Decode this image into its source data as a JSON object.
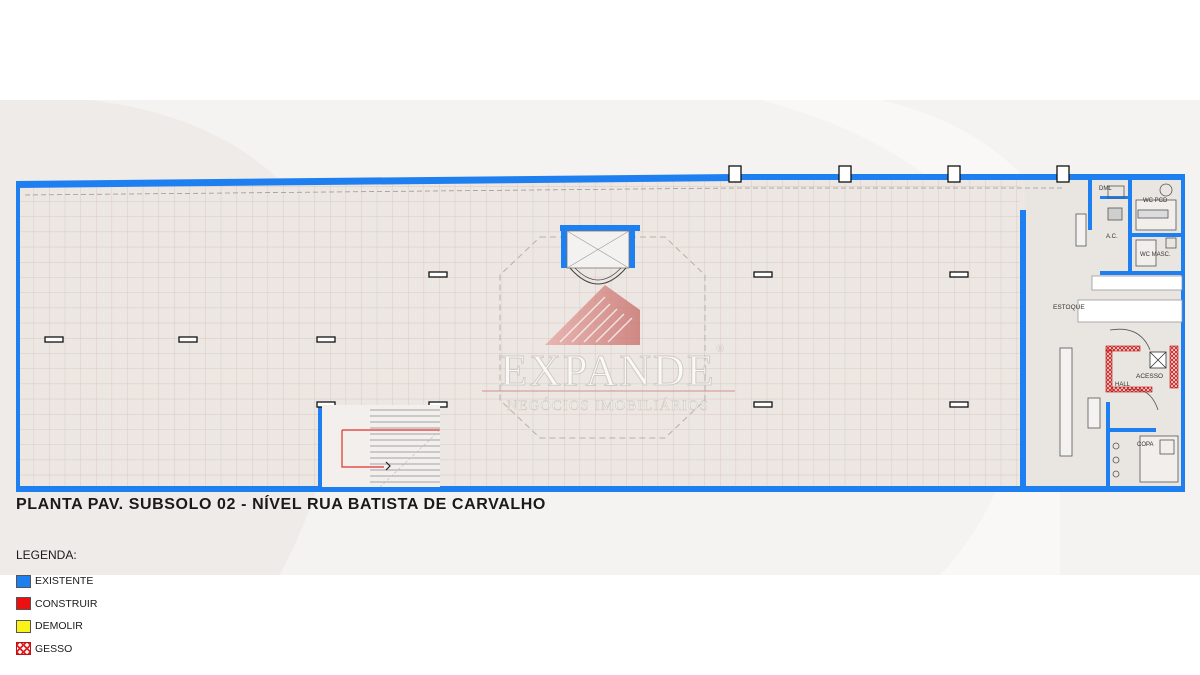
{
  "plan": {
    "title": "PLANTA PAV. SUBSOLO 02 - NÍVEL RUA BATISTA DE CARVALHO",
    "rooms": {
      "dml": "DML",
      "wc_pcd": "WC PCD",
      "ac": "A.C.",
      "wc_masc": "WC MASC.",
      "estoque": "ESTOQUE",
      "acesso": "ACESSO",
      "hall": "HALL",
      "copa": "COPA"
    },
    "colors": {
      "existing_wall": "#1e7ff0",
      "floor": "#ece7e2",
      "grid_line": "#d6b8b3"
    }
  },
  "watermark": {
    "brand": "EXPANDE",
    "registered": "®",
    "tagline": "NEGÓCIOS IMOBILIÁRIOS"
  },
  "legend": {
    "heading": "LEGENDA:",
    "items": [
      {
        "key": "existente",
        "label": "EXISTENTE",
        "color": "#1e7ff0"
      },
      {
        "key": "construir",
        "label": "CONSTRUIR",
        "color": "#ee1010"
      },
      {
        "key": "demolir",
        "label": "DEMOLIR",
        "color": "#fbf21a"
      },
      {
        "key": "gesso",
        "label": "GESSO",
        "color": "#e02020"
      }
    ]
  }
}
